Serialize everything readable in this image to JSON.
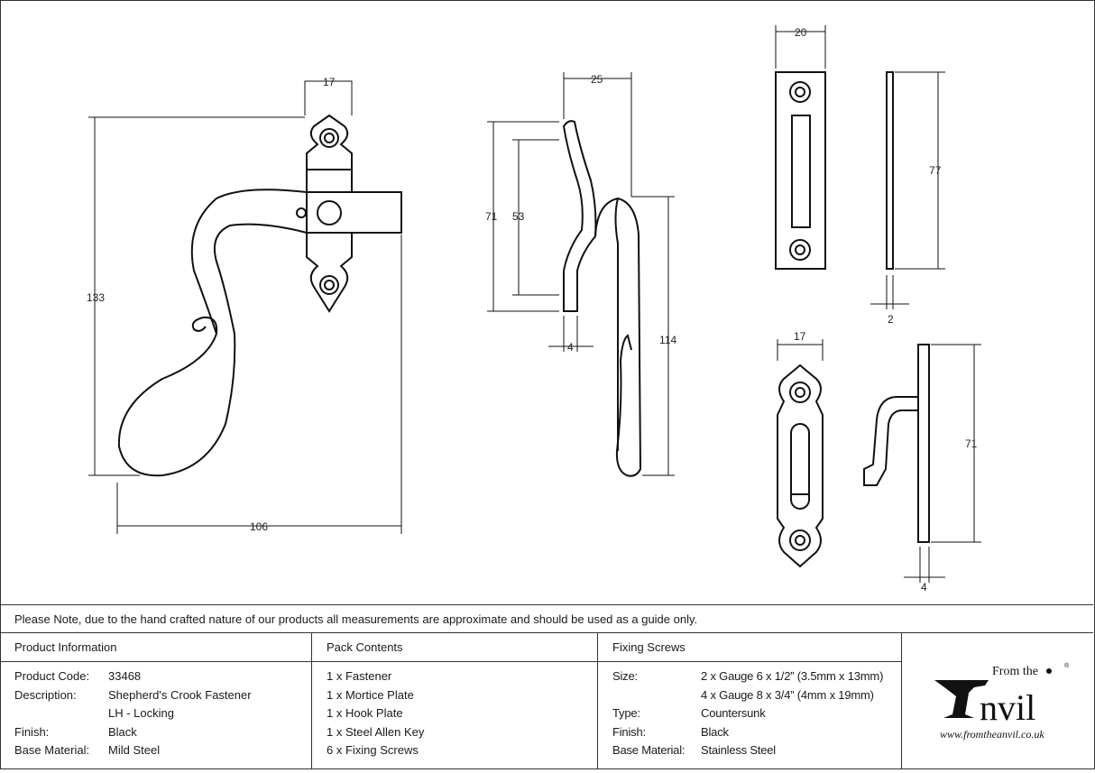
{
  "drawing": {
    "fastener_front": {
      "width_top": "17",
      "height": "133",
      "width": "106"
    },
    "fastener_side": {
      "depth": "25",
      "height_outer": "71",
      "height_inner": "53",
      "thickness": "4",
      "length": "114"
    },
    "mortice_plate": {
      "width": "20",
      "height": "77",
      "thickness": "2"
    },
    "hook_plate": {
      "width": "17",
      "height": "71",
      "thickness": "4"
    }
  },
  "note": "Please Note, due to the hand crafted nature of our products all measurements are approximate and should be used as a guide only.",
  "product_info": {
    "heading": "Product Information",
    "rows": [
      {
        "label": "Product Code:",
        "value": "33468"
      },
      {
        "label": "Description:",
        "value": "Shepherd's Crook Fastener"
      },
      {
        "label": "",
        "value": "LH - Locking"
      },
      {
        "label": "Finish:",
        "value": "Black"
      },
      {
        "label": "Base Material:",
        "value": "Mild Steel"
      }
    ]
  },
  "pack_contents": {
    "heading": "Pack Contents",
    "items": [
      "1 x Fastener",
      "1 x Mortice Plate",
      "1 x Hook Plate",
      "1 x Steel Allen Key",
      "6 x Fixing Screws"
    ]
  },
  "fixing_screws": {
    "heading": "Fixing Screws",
    "rows": [
      {
        "label": "Size:",
        "value": "2 x Gauge 6 x 1/2” (3.5mm x 13mm)"
      },
      {
        "label": "",
        "value": "4 x Gauge 8 x 3/4” (4mm x 19mm)"
      },
      {
        "label": "Type:",
        "value": "Countersunk"
      },
      {
        "label": "Finish:",
        "value": "Black"
      },
      {
        "label": "Base Material:",
        "value": "Stainless Steel"
      }
    ]
  },
  "logo": {
    "top": "From the",
    "main": "Anvil",
    "url": "www.fromtheanvil.co.uk",
    "mark": "®"
  }
}
